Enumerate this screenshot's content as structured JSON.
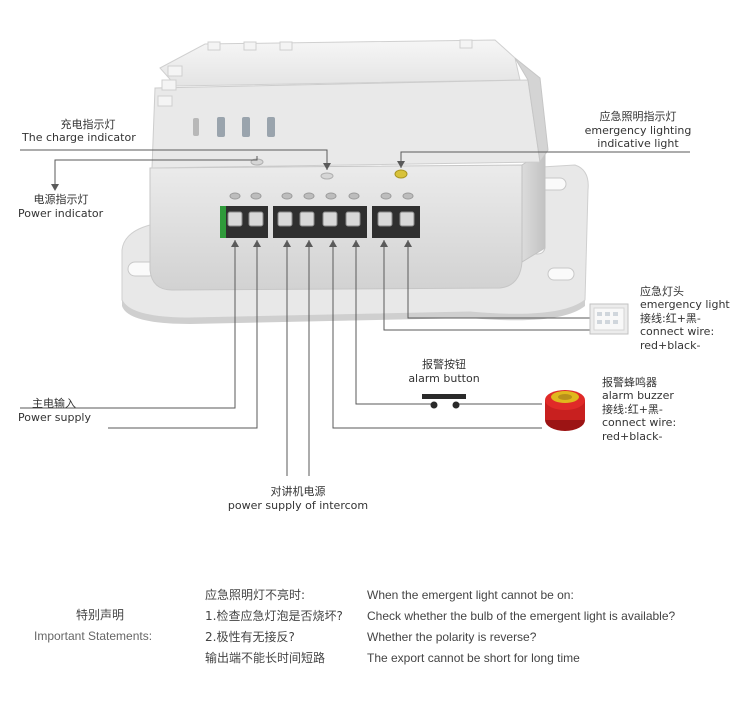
{
  "labels": {
    "charge_cn": "充电指示灯",
    "charge_en": "The charge indicator",
    "power_ind_cn": "电源指示灯",
    "power_ind_en": "Power indicator",
    "em_ind_cn": "应急照明指示灯",
    "em_ind_en1": "emergency lighting",
    "em_ind_en2": "indicative light",
    "em_head_cn": "应急灯头",
    "em_head_en": "emergency light",
    "em_head_wire_cn": "接线:红+黑-",
    "em_head_wire_en": "connect wire:",
    "em_head_wire_colors": "red+black-",
    "alarm_btn_cn": "报警按钮",
    "alarm_btn_en": "alarm button",
    "buzzer_cn": "报警蜂鸣器",
    "buzzer_en": "alarm buzzer",
    "buzzer_wire_cn": "接线:红+黑-",
    "buzzer_wire_en": "connect wire:",
    "buzzer_wire_colors": "red+black-",
    "mains_cn": "主电输入",
    "mains_en": "Power supply",
    "intercom_cn": "对讲机电源",
    "intercom_en": "power supply of intercom"
  },
  "statements": {
    "title_cn": "特别声明",
    "title_en": "Important Statements:",
    "cn": [
      "应急照明灯不亮时:",
      "1.检查应急灯泡是否烧坏?",
      "2.极性有无接反?",
      "输出端不能长时间短路"
    ],
    "en": [
      "When the emergent light cannot be on:",
      "Check whether  the bulb of the  emergent light is available?",
      "Whether the polarity is reverse?",
      "The export cannot be short for long time"
    ]
  },
  "colors": {
    "line": "#5a5a5a",
    "device_light": "#f2f2f2",
    "device_mid": "#dedede",
    "device_dark": "#c4c4c4",
    "terminal_green": "#2f9a3a",
    "led_yellow": "#d8c23a",
    "buzzer_red": "#c8201f",
    "buzzer_yellow": "#e0b81d"
  }
}
